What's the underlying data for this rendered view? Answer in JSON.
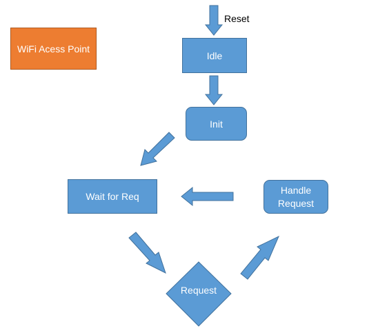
{
  "colors": {
    "state_fill": "#5b9bd5",
    "state_stroke": "#41719c",
    "arrow_fill": "#5b9bd5",
    "arrow_stroke": "#41719c",
    "title_fill": "#ed7d31",
    "title_stroke": "#ae5a21"
  },
  "title_box": {
    "text": "WiFi Acess Point"
  },
  "reset_label": "Reset",
  "states": {
    "idle": "Idle",
    "init": "Init",
    "wait_for_req": "Wait for Req",
    "handle_request_line1": "Handle",
    "handle_request_line2": "Request",
    "request": "Request"
  }
}
